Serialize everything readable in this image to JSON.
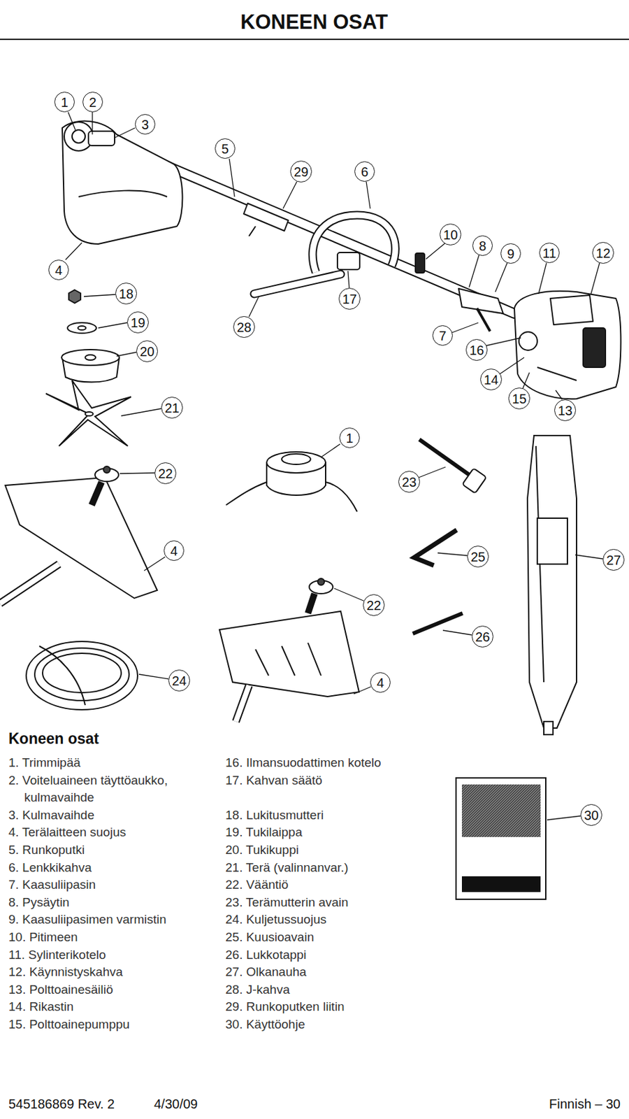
{
  "diagram": {
    "title": "KONEEN OSAT",
    "nodes": [
      {
        "text": [
          "1"
        ]
      },
      {
        "text": [
          "2"
        ]
      },
      {
        "text": [
          "3"
        ]
      },
      {
        "text": [
          "5"
        ]
      },
      {
        "text": [
          "29"
        ]
      },
      {
        "text": [
          "6"
        ]
      },
      {
        "text": [
          "10"
        ]
      },
      {
        "text": [
          "8"
        ]
      },
      {
        "text": [
          "9"
        ]
      },
      {
        "text": [
          "11"
        ]
      },
      {
        "text": [
          "12"
        ]
      },
      {
        "text": [
          "4"
        ]
      },
      {
        "text": [
          "18"
        ]
      },
      {
        "text": [
          "17"
        ]
      },
      {
        "text": [
          "19"
        ]
      },
      {
        "text": [
          "28"
        ]
      },
      {
        "text": [
          "7"
        ]
      },
      {
        "text": [
          "16"
        ]
      },
      {
        "text": [
          "20"
        ]
      },
      {
        "text": [
          "14"
        ]
      },
      {
        "text": [
          "15"
        ]
      },
      {
        "text": [
          "13"
        ]
      },
      {
        "text": [
          "21"
        ]
      },
      {
        "text": [
          "1"
        ]
      },
      {
        "text": [
          "22"
        ]
      },
      {
        "text": [
          "23"
        ]
      },
      {
        "text": [
          "4"
        ]
      },
      {
        "text": [
          "25"
        ]
      },
      {
        "text": [
          "27"
        ]
      },
      {
        "text": [
          "22"
        ]
      },
      {
        "text": [
          "26"
        ]
      },
      {
        "text": [
          "24"
        ]
      },
      {
        "text": [
          "4"
        ]
      },
      {
        "text": [
          "30"
        ]
      }
    ],
    "labels": [
      "Koneen osat",
      "1. Trimmipää",
      "2. Voiteluaineen täyttöaukko, kulmavaihde",
      "3. Kulmavaihde",
      "4. Terälaitteen suojus",
      "5. Runkoputki",
      "6. Lenkkikahva",
      "7. Kaasuliipasin",
      "8. Pysäytin",
      "9. Kaasuliipasimen varmistin",
      "10. Pitimeen",
      "11. Sylinterikotelo",
      "12. Käynnistyskahva",
      "13. Polttoainesäiliö",
      "14. Rikastin",
      "15. Polttoainepumppu",
      "16. Ilmansuodattimen kotelo",
      "17. Kahvan säätö",
      "18. Lukitusmutteri",
      "19. Tukilaippa",
      "20. Tukikuppi",
      "21. Terä (valinnanvar.)",
      "22. Vääntiö",
      "23. Terämutterin avain",
      "24. Kuljetussuojus",
      "25. Kuusioavain",
      "26. Lukkotappi",
      "27. Olkanauha",
      "28. J‑kahva",
      "29. Runkoputken liitin",
      "30. Käyttöohje",
      "545186869 Rev. 2",
      "4/30/09",
      "Finnish – 30"
    ]
  }
}
